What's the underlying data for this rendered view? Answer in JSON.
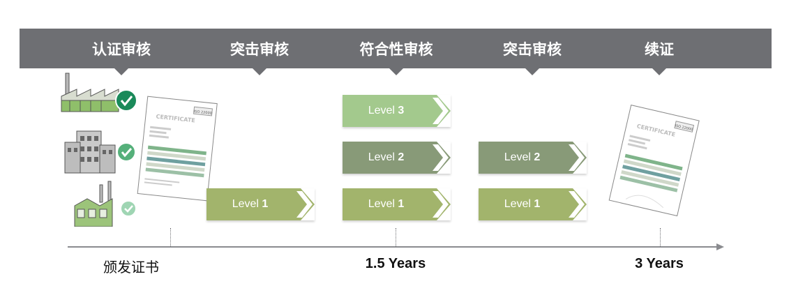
{
  "stages": [
    {
      "label": "认证审核"
    },
    {
      "label": "突击审核"
    },
    {
      "label": "符合性审核"
    },
    {
      "label": "突击审核"
    },
    {
      "label": "续证"
    }
  ],
  "chevrons": [
    {
      "word": "Level",
      "num": "1",
      "color": "#a2b46c"
    },
    {
      "word": "Level",
      "num": "3",
      "color": "#a3c98d"
    },
    {
      "word": "Level",
      "num": "2",
      "color": "#889a78"
    },
    {
      "word": "Level",
      "num": "1",
      "color": "#a2b46c"
    },
    {
      "word": "Level",
      "num": "2",
      "color": "#889a78"
    },
    {
      "word": "Level",
      "num": "1",
      "color": "#a2b46c"
    }
  ],
  "timeline": {
    "milestones": [
      {
        "label": "颁发证书"
      },
      {
        "label": "1.5 Years"
      },
      {
        "label": "3 Years"
      }
    ]
  },
  "colors": {
    "header": "#6e6f73",
    "check": "#1a8a5a",
    "level1": "#a2b46c",
    "level2": "#889a78",
    "level3": "#a3c98d"
  },
  "illustrations": {
    "factories": [
      "factory-sawtooth-icon",
      "factory-building-icon",
      "factory-chimney-icon"
    ],
    "certificate": {
      "title": "CERTIFICATE",
      "header": "ISO 22000"
    }
  }
}
